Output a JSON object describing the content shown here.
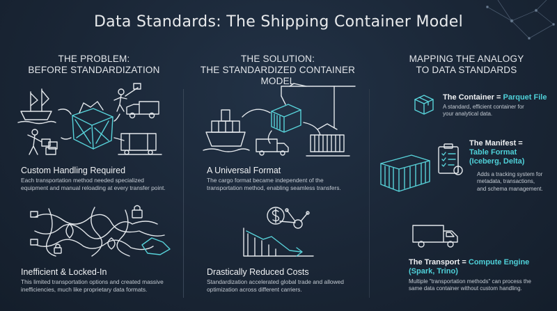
{
  "title": "Data Standards: The Shipping Container Model",
  "problem": {
    "heading_line1": "THE PROBLEM:",
    "heading_line2": "BEFORE STANDARDIZATION",
    "section1_title": "Custom Handling Required",
    "section1_desc_line1": "Each transportation method needed specialized",
    "section1_desc_line2": "equipment and manual reloading at every transfer point.",
    "section2_title": "Inefficient & Locked-In",
    "section2_desc_line1": "This limited transportation options and created massive",
    "section2_desc_line2": "inefficiencies, much like proprietary data formats."
  },
  "solution": {
    "heading_line1": "THE SOLUTION:",
    "heading_line2": "THE STANDARDIZED CONTAINER MODEL",
    "section1_title": "A Universal Format",
    "section1_desc_line1": "The cargo format became independent of the",
    "section1_desc_line2": "transportation method, enabling seamless transfers.",
    "section2_title": "Drastically Reduced Costs",
    "section2_desc_line1": "Standardization accelerated global trade and allowed",
    "section2_desc_line2": "optimization across different carriers."
  },
  "mapping": {
    "heading_line1": "MAPPING THE ANALOGY",
    "heading_line2": "TO DATA STANDARDS",
    "container": {
      "label": "The Container = ",
      "value": "Parquet File",
      "desc_line1": "A standard, efficient container for",
      "desc_line2": "your analytical data."
    },
    "manifest": {
      "label": "The Manifest =",
      "value_line1": "Table Format",
      "value_line2": "(Iceberg, Delta)",
      "desc_line1": "Adds a tracking system for",
      "desc_line2": "metadata, transactions,",
      "desc_line3": "and schema management."
    },
    "transport": {
      "label": "The Transport = ",
      "value_line1": "Compute Engine",
      "value_line2": "(Spark, Trino)",
      "desc_line1": "Multiple \"transportation methods\" can process the",
      "desc_line2": "same data container without custom handling."
    }
  },
  "colors": {
    "background": "#1a2636",
    "accent": "#4fd1d9",
    "ink": "#e4e8ec"
  },
  "icons": [
    "ship-icon",
    "forklift-truck-icon",
    "crate-icon",
    "worker-icon",
    "rail-car-icon",
    "container-ship-icon",
    "crane-icon",
    "container-icon",
    "truck-icon",
    "tangled-paths-icon",
    "lock-icon",
    "cost-chart-icon",
    "dollar-icon",
    "box-icon",
    "manifest-clipboard-icon",
    "shipping-container-icon",
    "delivery-truck-icon",
    "network-lines-icon"
  ]
}
